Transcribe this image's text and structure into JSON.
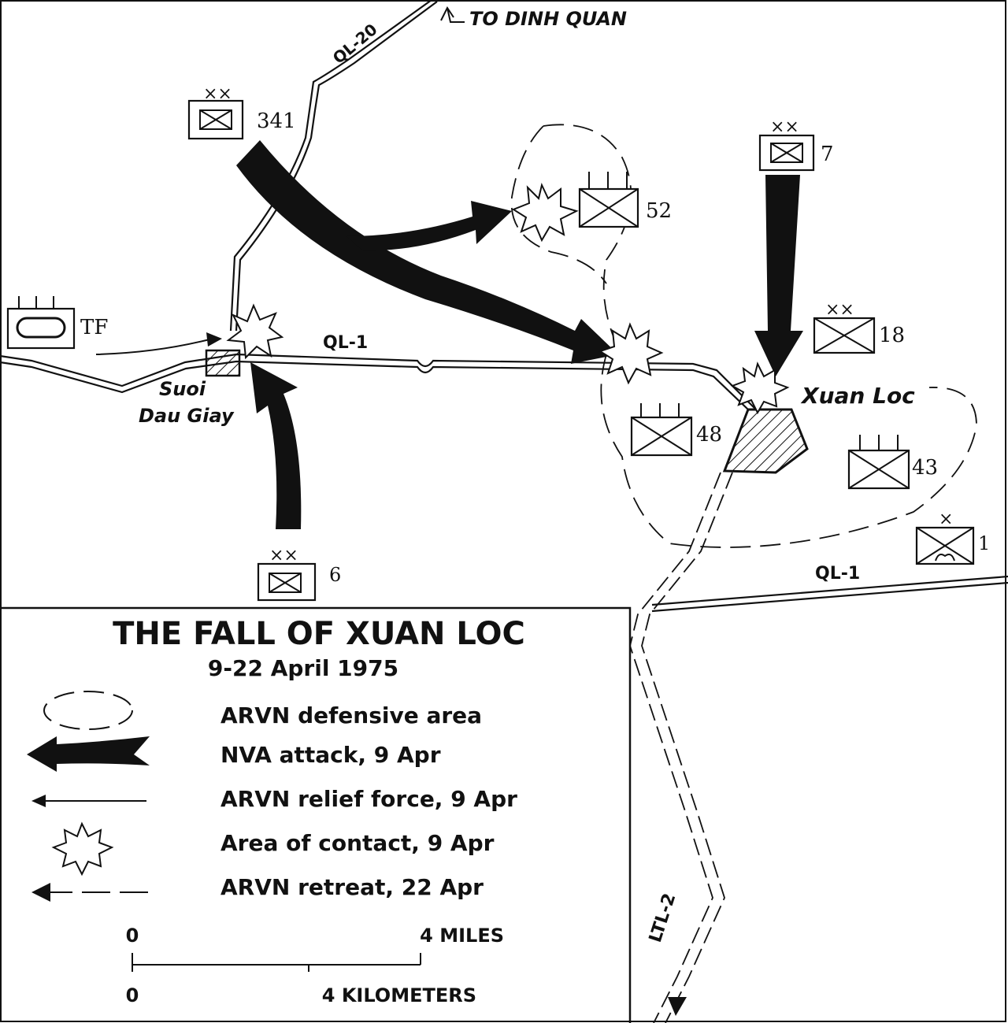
{
  "title": "THE FALL OF XUAN LOC",
  "subtitle": "9-22 April 1975",
  "legend": {
    "defensive_area": "ARVN defensive area",
    "nva_attack": "NVA attack, 9 Apr",
    "relief_force": "ARVN relief force, 9 Apr",
    "contact": "Area of contact, 9 Apr",
    "retreat": "ARVN retreat, 22 Apr"
  },
  "scale": {
    "miles_zero": "0",
    "miles_label": "4 MILES",
    "km_zero": "0",
    "km_label": "4 KILOMETERS"
  },
  "places": {
    "to_dinh_quan": "TO DINH QUAN",
    "ql20": "QL-20",
    "ql1_north": "QL-1",
    "ql1_south": "QL-1",
    "ltl2": "LTL-2",
    "suoi_line1": "Suoi",
    "suoi_line2": "Dau Giay",
    "xuan_loc": "Xuan Loc"
  },
  "units": {
    "u341": "341",
    "u7": "7",
    "u52": "52",
    "u18": "18",
    "u48": "48",
    "u43": "43",
    "u1": "1",
    "u6": "6",
    "tf": "TF"
  },
  "colors": {
    "ink": "#111111",
    "paper": "#ffffff"
  }
}
